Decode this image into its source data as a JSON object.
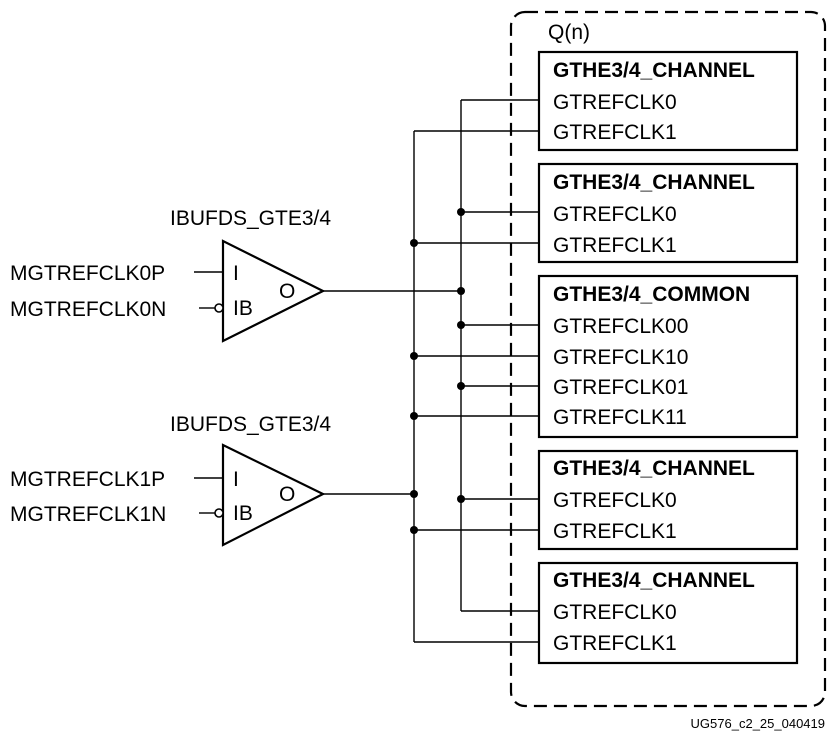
{
  "quad": {
    "label": "Q(n)",
    "blocks": [
      {
        "title": "GTHE3/4_CHANNEL",
        "pins": [
          "GTREFCLK0",
          "GTREFCLK1"
        ]
      },
      {
        "title": "GTHE3/4_CHANNEL",
        "pins": [
          "GTREFCLK0",
          "GTREFCLK1"
        ]
      },
      {
        "title": "GTHE3/4_COMMON",
        "pins": [
          "GTREFCLK00",
          "GTREFCLK10",
          "GTREFCLK01",
          "GTREFCLK11"
        ]
      },
      {
        "title": "GTHE3/4_CHANNEL",
        "pins": [
          "GTREFCLK0",
          "GTREFCLK1"
        ]
      },
      {
        "title": "GTHE3/4_CHANNEL",
        "pins": [
          "GTREFCLK0",
          "GTREFCLK1"
        ]
      }
    ]
  },
  "buffers": [
    {
      "name": "IBUFDS_GTE3/4",
      "in_p": "MGTREFCLK0P",
      "in_n": "MGTREFCLK0N",
      "pin_i": "I",
      "pin_ib": "IB",
      "pin_o": "O"
    },
    {
      "name": "IBUFDS_GTE3/4",
      "in_p": "MGTREFCLK1P",
      "in_n": "MGTREFCLK1N",
      "pin_i": "I",
      "pin_ib": "IB",
      "pin_o": "O"
    }
  ],
  "figure_id": "UG576_c2_25_040419"
}
